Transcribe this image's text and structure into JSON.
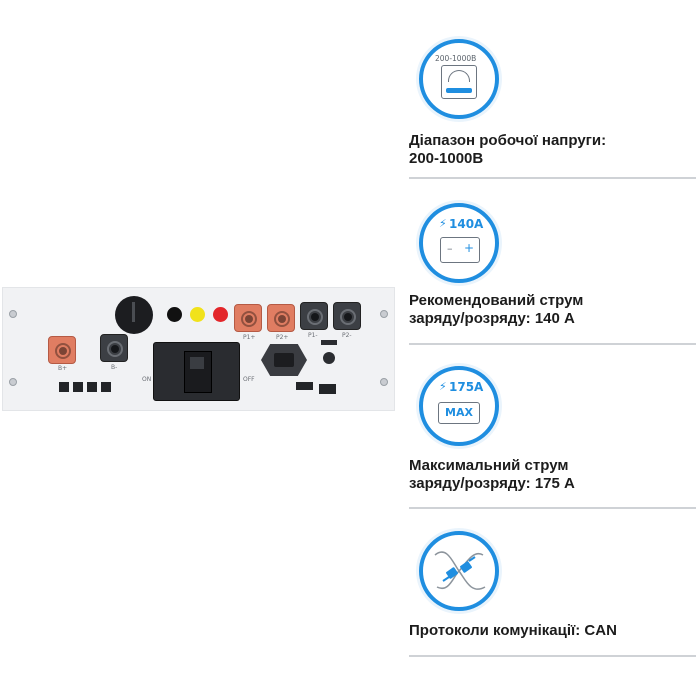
{
  "panel": {
    "labels": {
      "b_plus": "B+",
      "b_minus": "B-",
      "p1_plus": "P1+",
      "p2_plus": "P2+",
      "p1_minus": "P1-",
      "p2_minus": "P2-",
      "on": "ON",
      "off": "OFF"
    }
  },
  "features": [
    {
      "badge": "200-1000В",
      "line1": "Діапазон робочої напруги:",
      "line2": "200-1000В"
    },
    {
      "badge": "140A",
      "line1": "Рекомендований струм",
      "line2": "заряду/розряду: 140 A"
    },
    {
      "badge": "175A",
      "badge2": "MAX",
      "line1": "Максимальний струм",
      "line2": "заряду/розряду: 175 A"
    },
    {
      "line1": "Протоколи комунікації: CAN"
    }
  ],
  "colors": {
    "accent_blue": "#1f8ee0",
    "connector_orange": "#e07d62",
    "connector_dark": "#3c3f44",
    "led_yellow": "#f1e21b",
    "led_red": "#e3262a"
  },
  "icons": [
    "voltmeter-icon",
    "battery-icon",
    "max-current-icon",
    "plug-icon"
  ]
}
